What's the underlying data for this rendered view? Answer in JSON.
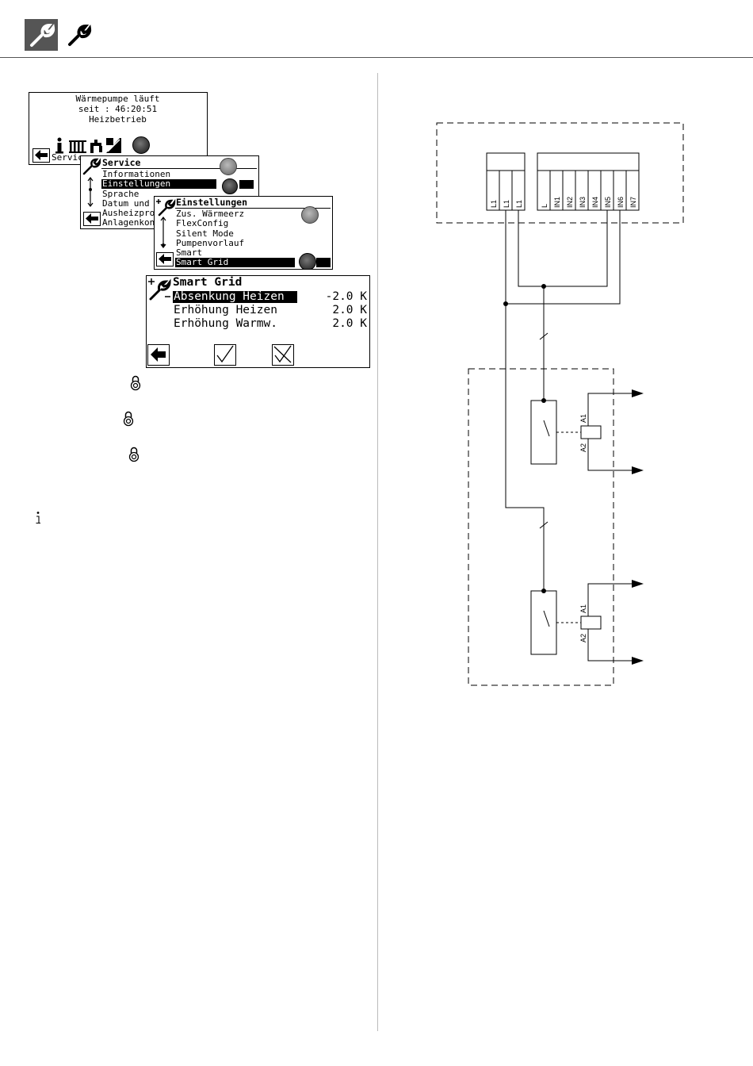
{
  "screen_main": {
    "line1": "Wärmepumpe läuft",
    "line2": "seit  :  46:20:51",
    "line3": "Heizbetrieb",
    "footer": "Servic"
  },
  "screen_service": {
    "title": "Service",
    "items": [
      "Informationen",
      "Einstellungen",
      "Sprache",
      "Datum und",
      "Ausheizpro",
      "Anlagenkon"
    ]
  },
  "screen_einstellungen": {
    "title": "Einstellungen",
    "items": [
      "Zus. Wärmeerz",
      "FlexConfig",
      "Silent Mode",
      "Pumpenvorlauf",
      "Smart",
      "Smart Grid"
    ]
  },
  "screen_smartgrid": {
    "title": "Smart Grid",
    "rows": [
      {
        "label": "Absenkung Heizen",
        "value": "-2.0 K"
      },
      {
        "label": "Erhöhung Heizen",
        "value": "2.0 K"
      },
      {
        "label": "Erhöhung Warmw.",
        "value": "2.0 K"
      }
    ]
  },
  "wiring": {
    "left_terminals": [
      "L1",
      "L1",
      "L1"
    ],
    "right_terminals": [
      "L",
      "IN1",
      "IN2",
      "IN3",
      "IN4",
      "IN5",
      "IN6",
      "IN7"
    ],
    "relay_labels": [
      "A1",
      "A2",
      "A1",
      "A2"
    ]
  },
  "icons": [
    "wrench-icon",
    "info-icon",
    "radiator-icon",
    "tap-icon",
    "solar-icon",
    "dial-icon",
    "lock-icon",
    "back-arrow-icon",
    "checkmark-icon",
    "cancel-icon"
  ]
}
